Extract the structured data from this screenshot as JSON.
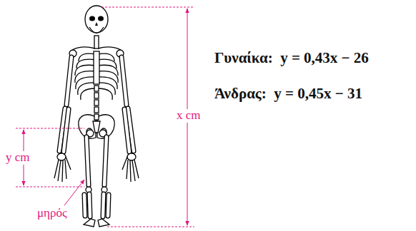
{
  "diagram": {
    "labels": [
      "y cm",
      "x cm",
      "μηρός",
      "Γυναίκα:  y = 0,43x − 26",
      "Άνδρας:  y = 0,45x − 31"
    ]
  }
}
